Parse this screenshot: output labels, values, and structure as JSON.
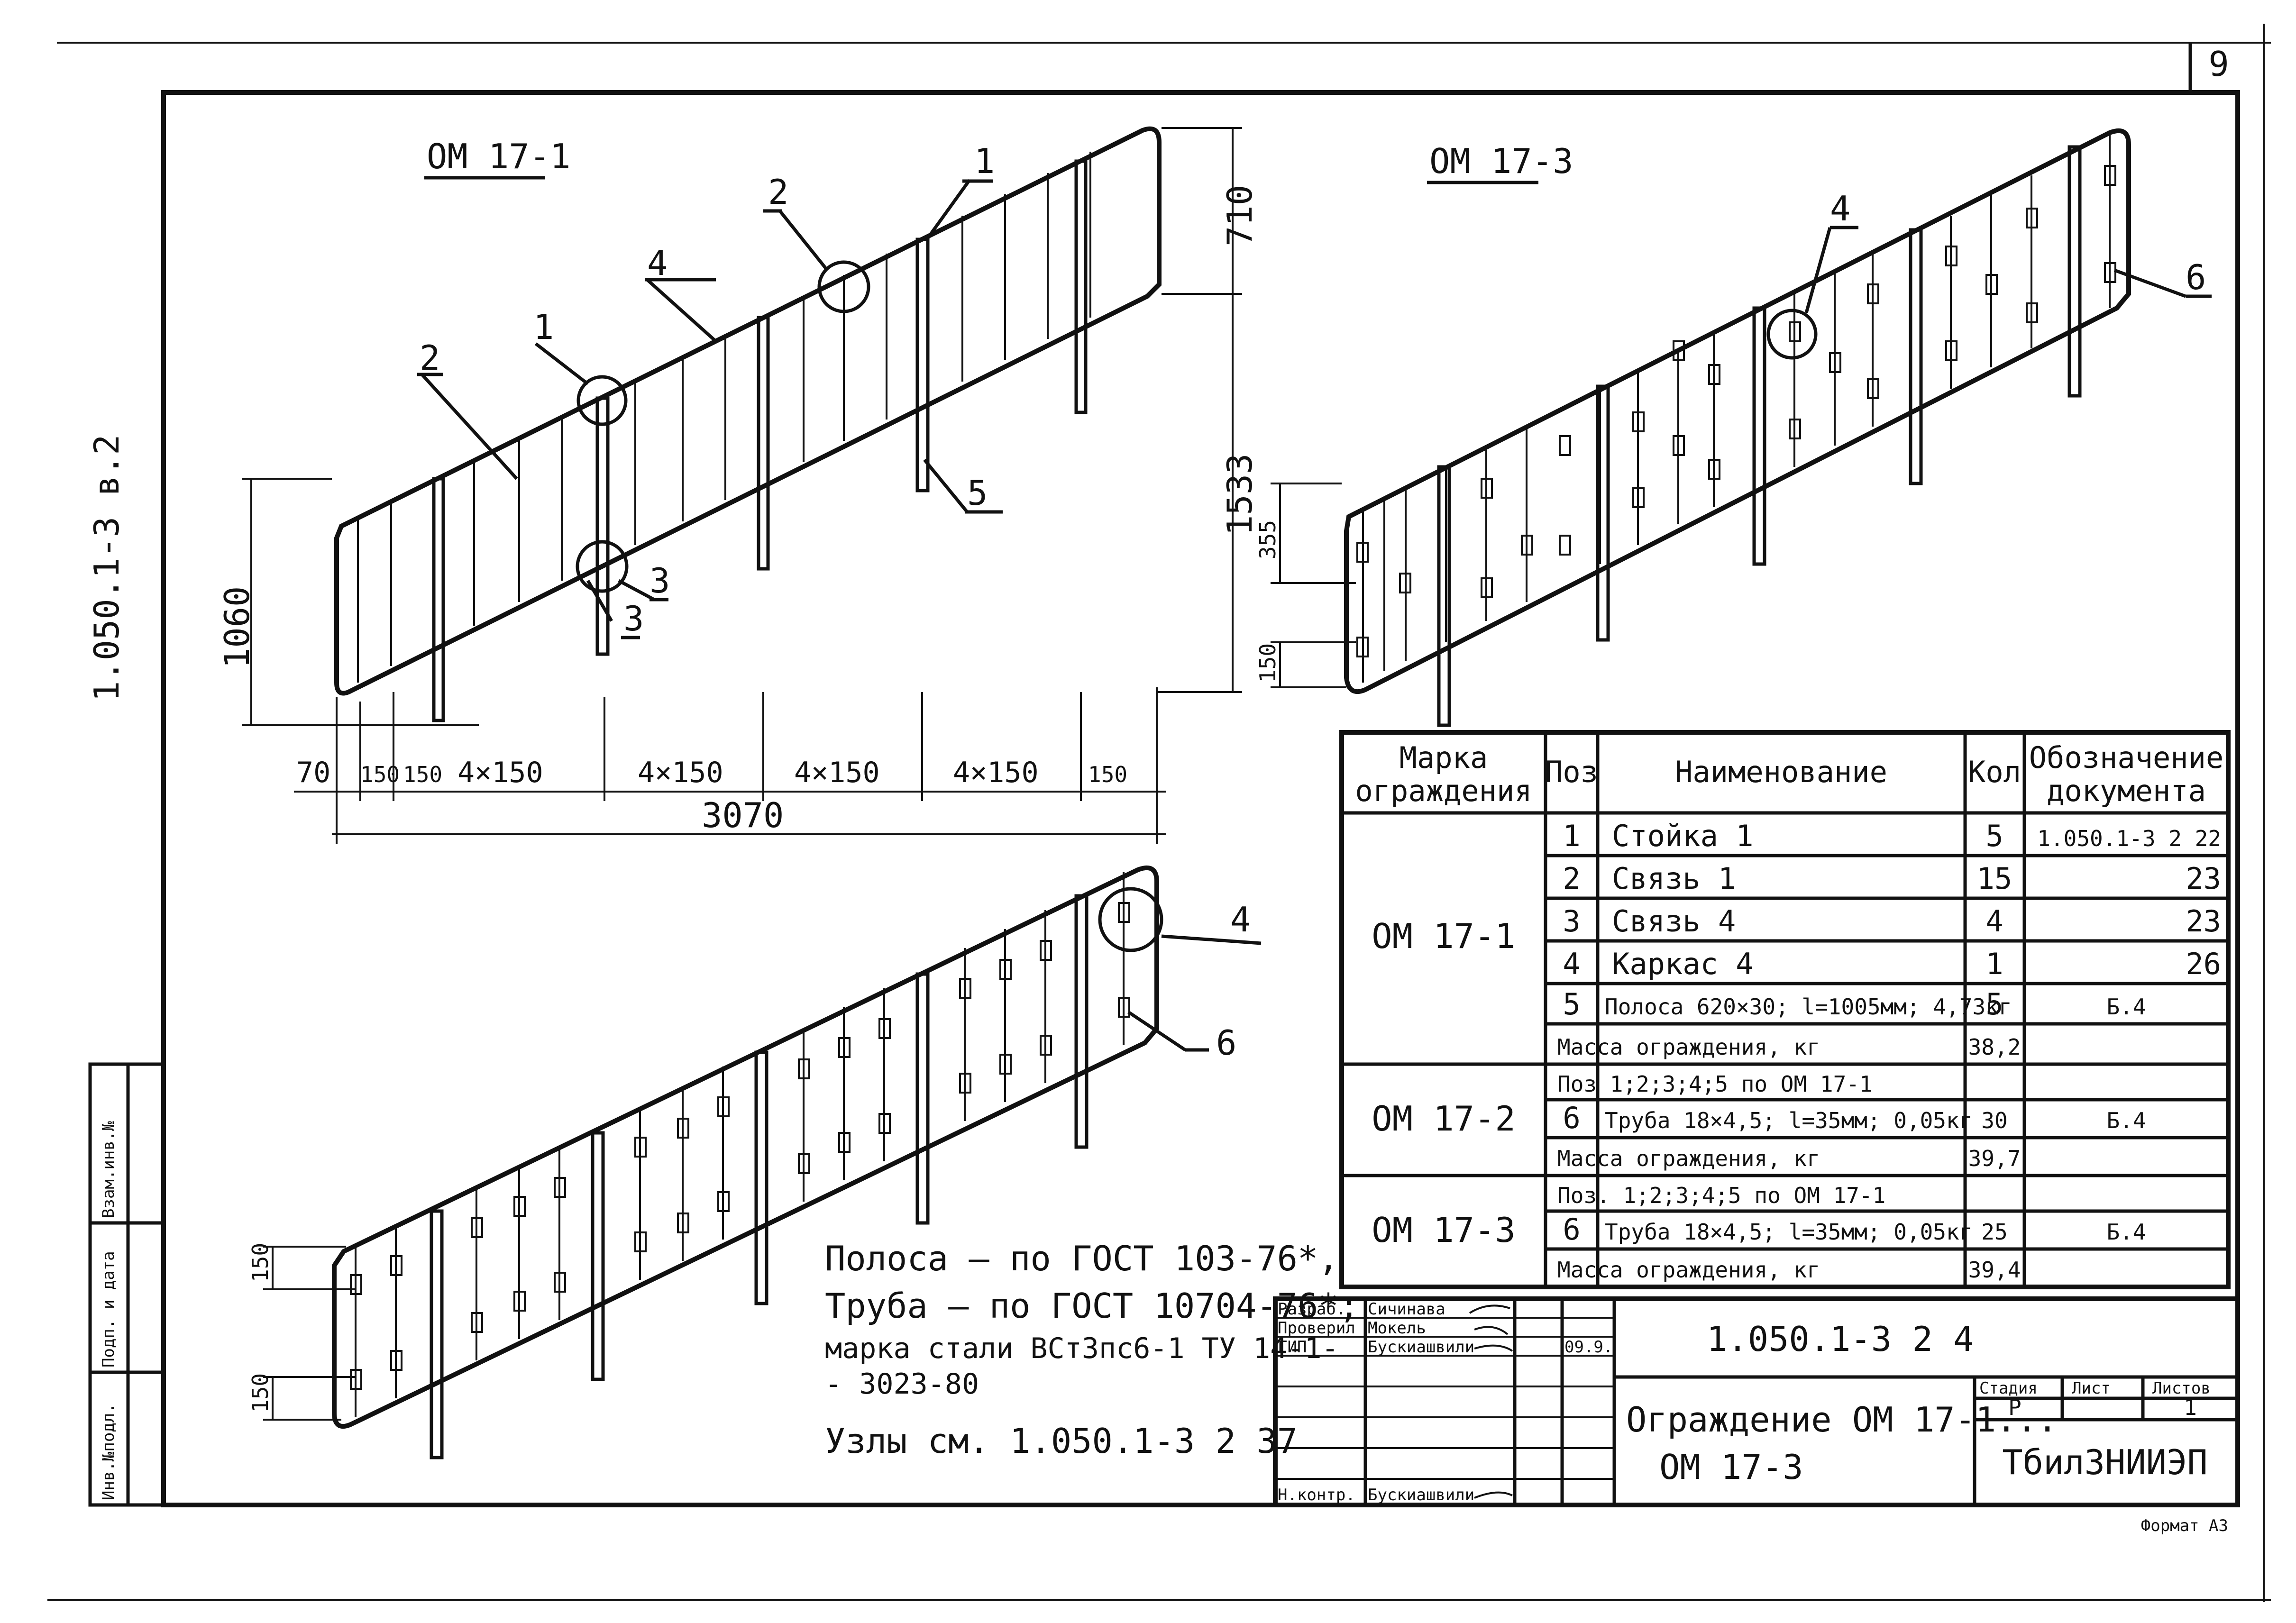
{
  "side_label": "1.050.1-3 в.2",
  "page_mark": "9",
  "views": {
    "om17_1": {
      "title": "ОМ 17-1",
      "callouts": [
        "1",
        "2",
        "4",
        "1",
        "2",
        "3",
        "3",
        "5"
      ],
      "height_left": "1060",
      "dim_top_right": "710",
      "dim_right": "1533",
      "bottom_dims": [
        "70",
        "150",
        "150",
        "4×150",
        "4×150",
        "4×150",
        "4×150",
        "150"
      ],
      "total_length": "3070"
    },
    "om17_3": {
      "title": "ОМ 17-3",
      "callouts": [
        "4",
        "6"
      ],
      "dim_355": "355",
      "dim_150": "150"
    },
    "om17_2": {
      "callouts": [
        "4",
        "6"
      ],
      "dim_150a": "150",
      "dim_150b": "150"
    }
  },
  "notes": {
    "line1": "Полоса – по ГОСТ 103-76*,",
    "line2": "Труба – по ГОСТ 10704-76*;",
    "line3": "марка стали ВСт3пс6-1 ТУ 14-1-",
    "line4": "- 3023-80",
    "line5": "Узлы см. 1.050.1-3 2 37"
  },
  "spec_table": {
    "headers": [
      "Марка ограждения",
      "Поз",
      "Наименование",
      "Кол",
      "Обозначение документа"
    ],
    "groups": [
      {
        "mark": "ОМ 17-1",
        "rows": [
          {
            "pos": "1",
            "name": "Стойка 1",
            "qty": "5",
            "doc": "1.050.1-3 2  22"
          },
          {
            "pos": "2",
            "name": "Связь 1",
            "qty": "15",
            "doc": "23"
          },
          {
            "pos": "3",
            "name": "Связь 4",
            "qty": "4",
            "doc": "23"
          },
          {
            "pos": "4",
            "name": "Каркас 4",
            "qty": "1",
            "doc": "26"
          },
          {
            "pos": "5",
            "name": "Полоса 620×30; l=1005мм; 4,73кг",
            "qty": "5",
            "doc": "Б.4"
          }
        ],
        "mass_label": "Масса ограждения, кг",
        "mass": "38,2"
      },
      {
        "mark": "ОМ 17-2",
        "rows": [
          {
            "pos": "",
            "name": "Поз 1;2;3;4;5 по ОМ 17-1",
            "qty": "",
            "doc": ""
          },
          {
            "pos": "6",
            "name": "Труба 18×4,5; l=35мм; 0,05кг",
            "qty": "30",
            "doc": "Б.4"
          }
        ],
        "mass_label": "Масса ограждения, кг",
        "mass": "39,7"
      },
      {
        "mark": "ОМ 17-3",
        "rows": [
          {
            "pos": "",
            "name": "Поз. 1;2;3;4;5 по ОМ 17-1",
            "qty": "",
            "doc": ""
          },
          {
            "pos": "6",
            "name": "Труба 18×4,5; l=35мм; 0,05кг",
            "qty": "25",
            "doc": "Б.4"
          }
        ],
        "mass_label": "Масса ограждения, кг",
        "mass": "39,4"
      }
    ]
  },
  "title_block": {
    "roles": [
      "Разраб.",
      "Проверил",
      "ГИП",
      "",
      "",
      "",
      "Н.контр."
    ],
    "names": [
      "Сичинава",
      "Мокель",
      "Бускиашвили",
      "",
      "",
      "",
      "Бускиашвили"
    ],
    "date": "09.9.",
    "designation": "1.050.1-3  2  4",
    "title_line1": "Ограждение ОМ 17-1...",
    "title_line2": "ОМ 17-3",
    "stage_label": "Стадия",
    "sheet_label": "Лист",
    "sheets_label": "Листов",
    "stage": "Р",
    "sheets": "1",
    "org": "ТбилЗНИИЭП"
  },
  "left_strip": [
    "Инв.№подл.",
    "Подп. и дата",
    "Взам.инв.№"
  ],
  "format": "Формат А3"
}
